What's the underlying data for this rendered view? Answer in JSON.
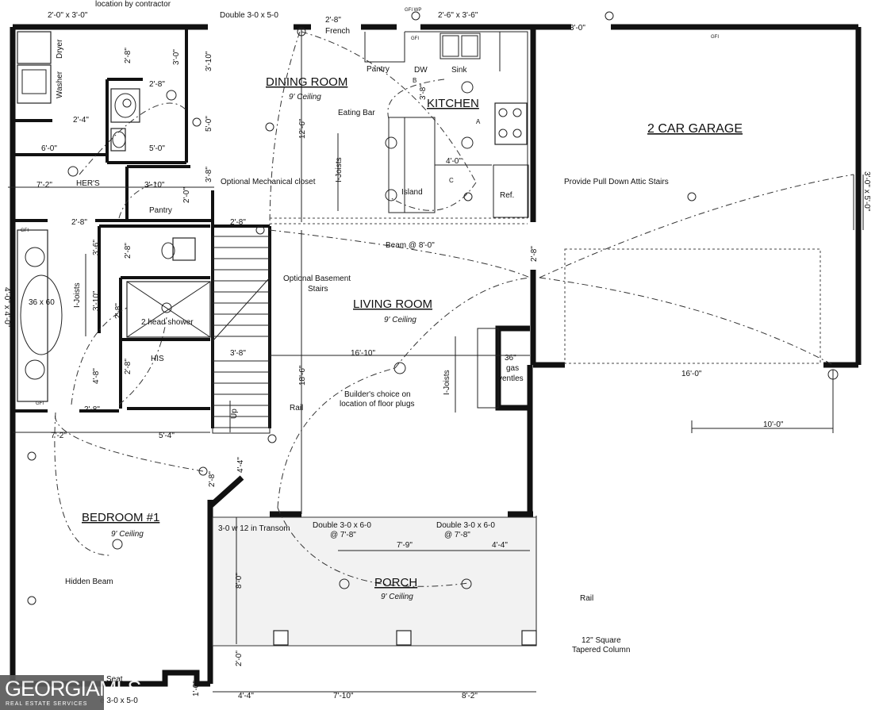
{
  "rooms": {
    "dining": "DINING ROOM",
    "dining_ceiling": "9' Ceiling",
    "kitchen": "KITCHEN",
    "garage": "2 CAR GARAGE",
    "living": "LIVING ROOM",
    "living_ceiling": "9' Ceiling",
    "bedroom": "BEDROOM #1",
    "bedroom_ceiling": "9' Ceiling",
    "porch": "PORCH",
    "porch_ceiling": "9' Ceiling"
  },
  "labels": {
    "contractor": "location by contractor",
    "french": "French",
    "pantry_kitchen": "Pantry",
    "dw": "DW",
    "sink": "Sink",
    "eating_bar": "Eating Bar",
    "island": "Island",
    "ref": "Ref.",
    "dryer": "Dryer",
    "washer": "Washer",
    "hers": "HER'S",
    "pantry": "Pantry",
    "mech_closet": "Optional Mechanical closet",
    "attic_stairs": "Provide Pull Down Attic Stairs",
    "beam_8": "Beam @ 8'-0\"",
    "basement_stairs_1": "Optional Basement",
    "basement_stairs_2": "Stairs",
    "tub": "36 x 60",
    "shower": "2 head shower",
    "his": "HIS",
    "joists_left": "I-Joists",
    "joists_kitchen": "I-Joists",
    "joists_living": "I-Joists",
    "gas_1": "36\"",
    "gas_2": "gas",
    "gas_3": "ventles",
    "builder_1": "Builder's choice on",
    "builder_2": "location of floor plugs",
    "rail_stairs": "Rail",
    "rail_porch": "Rail",
    "up": "Up",
    "transom": "3-0 w 12 in Transom",
    "hidden_beam": "Hidden Beam",
    "seat": "Seat",
    "column_1": "12\" Square",
    "column_2": "Tapered Column",
    "gfi": "GFI",
    "gfi_wp": "GFI WP",
    "A": "A",
    "B": "B",
    "C": "C",
    "ceiling_mark": "9' Ceiling"
  },
  "dimensions": {
    "d_2030": "2'-0\" x 3'-0\"",
    "d_double_3050": "Double 3-0 x 5-0",
    "d_28_french": "2'-8\"",
    "d_2636": "2'-6\" x 3'-6\"",
    "d_30_garage": "3'-0\"",
    "d_28_a": "2'-8\"",
    "d_30_b": "3'-0\"",
    "d_28_b": "2'-8\"",
    "d_310_a": "3'-10\"",
    "d_24": "2'-4\"",
    "d_50_a": "5'-0\"",
    "d_50_b": "5'-0\"",
    "d_60": "6'-0\"",
    "d_126": "12'-6\"",
    "d_38_a": "3'-8\"",
    "d_40_island": "4'-0\"",
    "d_72_a": "7'-2\"",
    "d_310_b": "3'-10\"",
    "d_38_b": "3'-8\"",
    "d_20": "2'-0\"",
    "d_28_c": "2'-8\"",
    "d_28_d": "2'-8\"",
    "d_305_garage": "3'-0\" x 5'-0\"",
    "d_28_e": "2'-8\"",
    "d_36": "3'-6\"",
    "d_28_f": "2'-8\"",
    "d_310_c": "3'-10\"",
    "d_28_g": "2'-8\"",
    "d_4040": "4'-0\" x 4'-0\"",
    "d_38_c": "3'-8\"",
    "d_1610": "16'-10\"",
    "d_186": "18'-6\"",
    "d_160": "16'-0\"",
    "d_100": "10'-0\"",
    "d_28_h": "2'-8\"",
    "d_48": "4'-8\"",
    "d_28_i": "2'-8\"",
    "d_72_b": "7'-2\"",
    "d_54": "5'-4\"",
    "d_44_a": "4'-4\"",
    "d_28_j": "2'-8\"",
    "d_double_3060_a": "Double 3-0 x 6-0",
    "d_78_a": "@ 7'-8\"",
    "d_double_3060_b": "Double 3-0 x 6-0",
    "d_78_b": "@ 7'-8\"",
    "d_79": "7'-9\"",
    "d_44_b": "4'-4\"",
    "d_80": "8'-0\"",
    "d_20_b": "2'-0\"",
    "d_10": "1'-0\"",
    "d_3050_bottom": "e 3-0 x 5-0",
    "d_44_c": "4'-4\"",
    "d_710": "7'-10\"",
    "d_82": "8'-2\""
  },
  "logo": {
    "main": "GEORGIAMLS",
    "sub": "REAL ESTATE SERVICES"
  }
}
